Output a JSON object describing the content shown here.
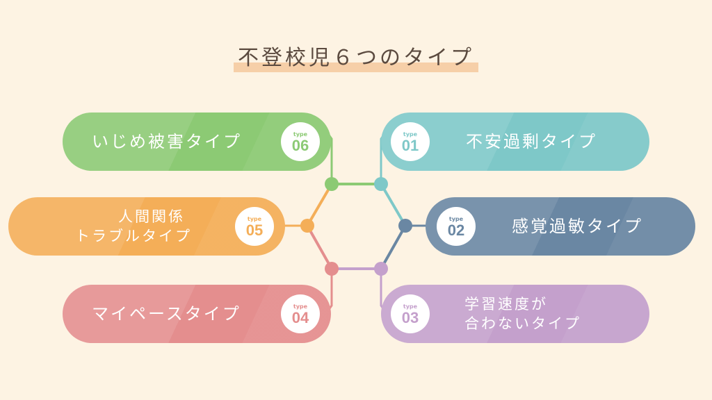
{
  "title": "不登校児６つのタイプ",
  "badge_word": "type",
  "types": [
    {
      "num": "01",
      "label": "不安過剰タイプ",
      "color": "#7ec8c8"
    },
    {
      "num": "02",
      "label": "感覚過敏タイプ",
      "color": "#6a87a3"
    },
    {
      "num": "03",
      "label_line1": "学習速度が",
      "label_line2": "合わないタイプ",
      "color": "#c4a0cc"
    },
    {
      "num": "04",
      "label": "マイペースタイプ",
      "color": "#e48e8e"
    },
    {
      "num": "05",
      "label_line1": "人間関係",
      "label_line2": "トラブルタイプ",
      "color": "#f4ae58"
    },
    {
      "num": "06",
      "label": "いじめ被害タイプ",
      "color": "#8cca74"
    }
  ]
}
